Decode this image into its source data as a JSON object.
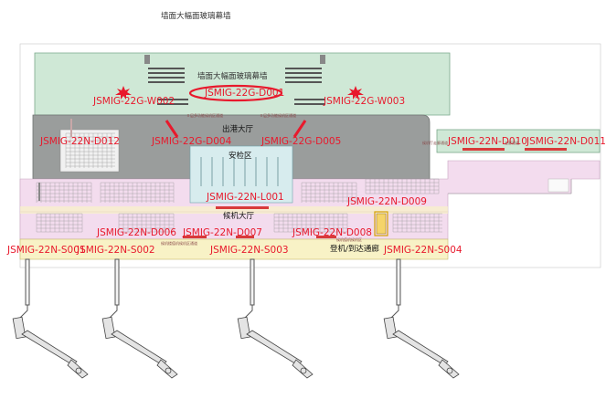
{
  "page_title": "墙面大幅面玻璃幕墙",
  "glass_wall_label": "墙面大幅面玻璃幕墙",
  "zones": {
    "departure_hall": "出港大厅",
    "security_area": "安检区",
    "waiting_hall": "候机大厅",
    "boarding_bridge": "登机/到达通廊"
  },
  "ad_codes": {
    "w002": "JSMIG-22G-W002",
    "d001": "JSMIG-22G-D001",
    "w003": "JSMIG-22G-W003",
    "d012": "JSMIG-22N-D012",
    "d004": "JSMIG-22G-D004",
    "d005": "JSMIG-22G-D005",
    "d010": "JSMIG-22N-D010",
    "d011": "JSMIG-22N-D011",
    "l001": "JSMIG-22N-L001",
    "d009": "JSMIG-22N-D009",
    "d006": "JSMIG-22N-D006",
    "d007": "JSMIG-22N-D007",
    "d008": "JSMIG-22N-D008",
    "s001": "JSMIG-22N-S001",
    "s002": "JSMIG-22N-S002",
    "s003": "JSMIG-22N-S003",
    "s004": "JSMIG-22N-S004"
  },
  "tiny_labels": {
    "left_entry": "Ｘ层多功能候机区通道",
    "right_entry": "Ｘ层多功能候机区通道",
    "right_wing": "候机厅走廊通道",
    "right_wing_2": "走廊通道",
    "bottom_1": "候机楼值机候机区通道",
    "bottom_2": "候机值机候机区"
  },
  "colors": {
    "green_zone": "#cfe8d6",
    "gray_zone": "#9a9d9c",
    "pink_zone": "#f3dcee",
    "yellow_zone": "#f8f2c6",
    "highlight": "#e8192c"
  },
  "icons": [
    "star-burst-icon",
    "aircraft-icon",
    "jet-bridge-icon"
  ]
}
